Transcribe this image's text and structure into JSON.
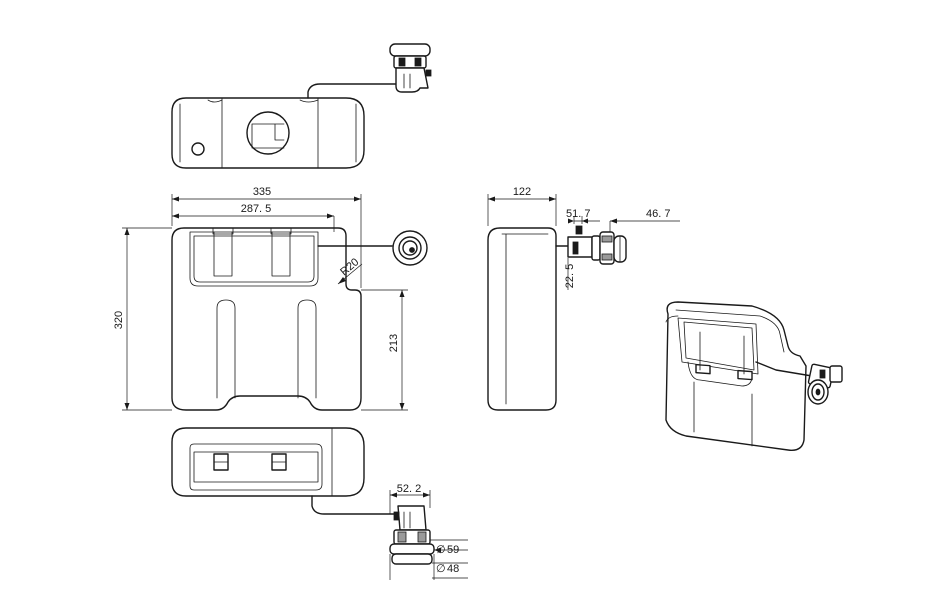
{
  "dimensions": {
    "front_width": "335",
    "inner_width": "287. 5",
    "height": "320",
    "lower_height": "213",
    "corner_radius": "R20",
    "side_depth": "122",
    "button_offset": "51. 7",
    "button_projection": "46. 7",
    "button_drop": "22. 5",
    "bottom_offset": "52. 2",
    "outer_diameter": "59",
    "inner_diameter": "48"
  },
  "symbols": {
    "diameter": "∅"
  }
}
